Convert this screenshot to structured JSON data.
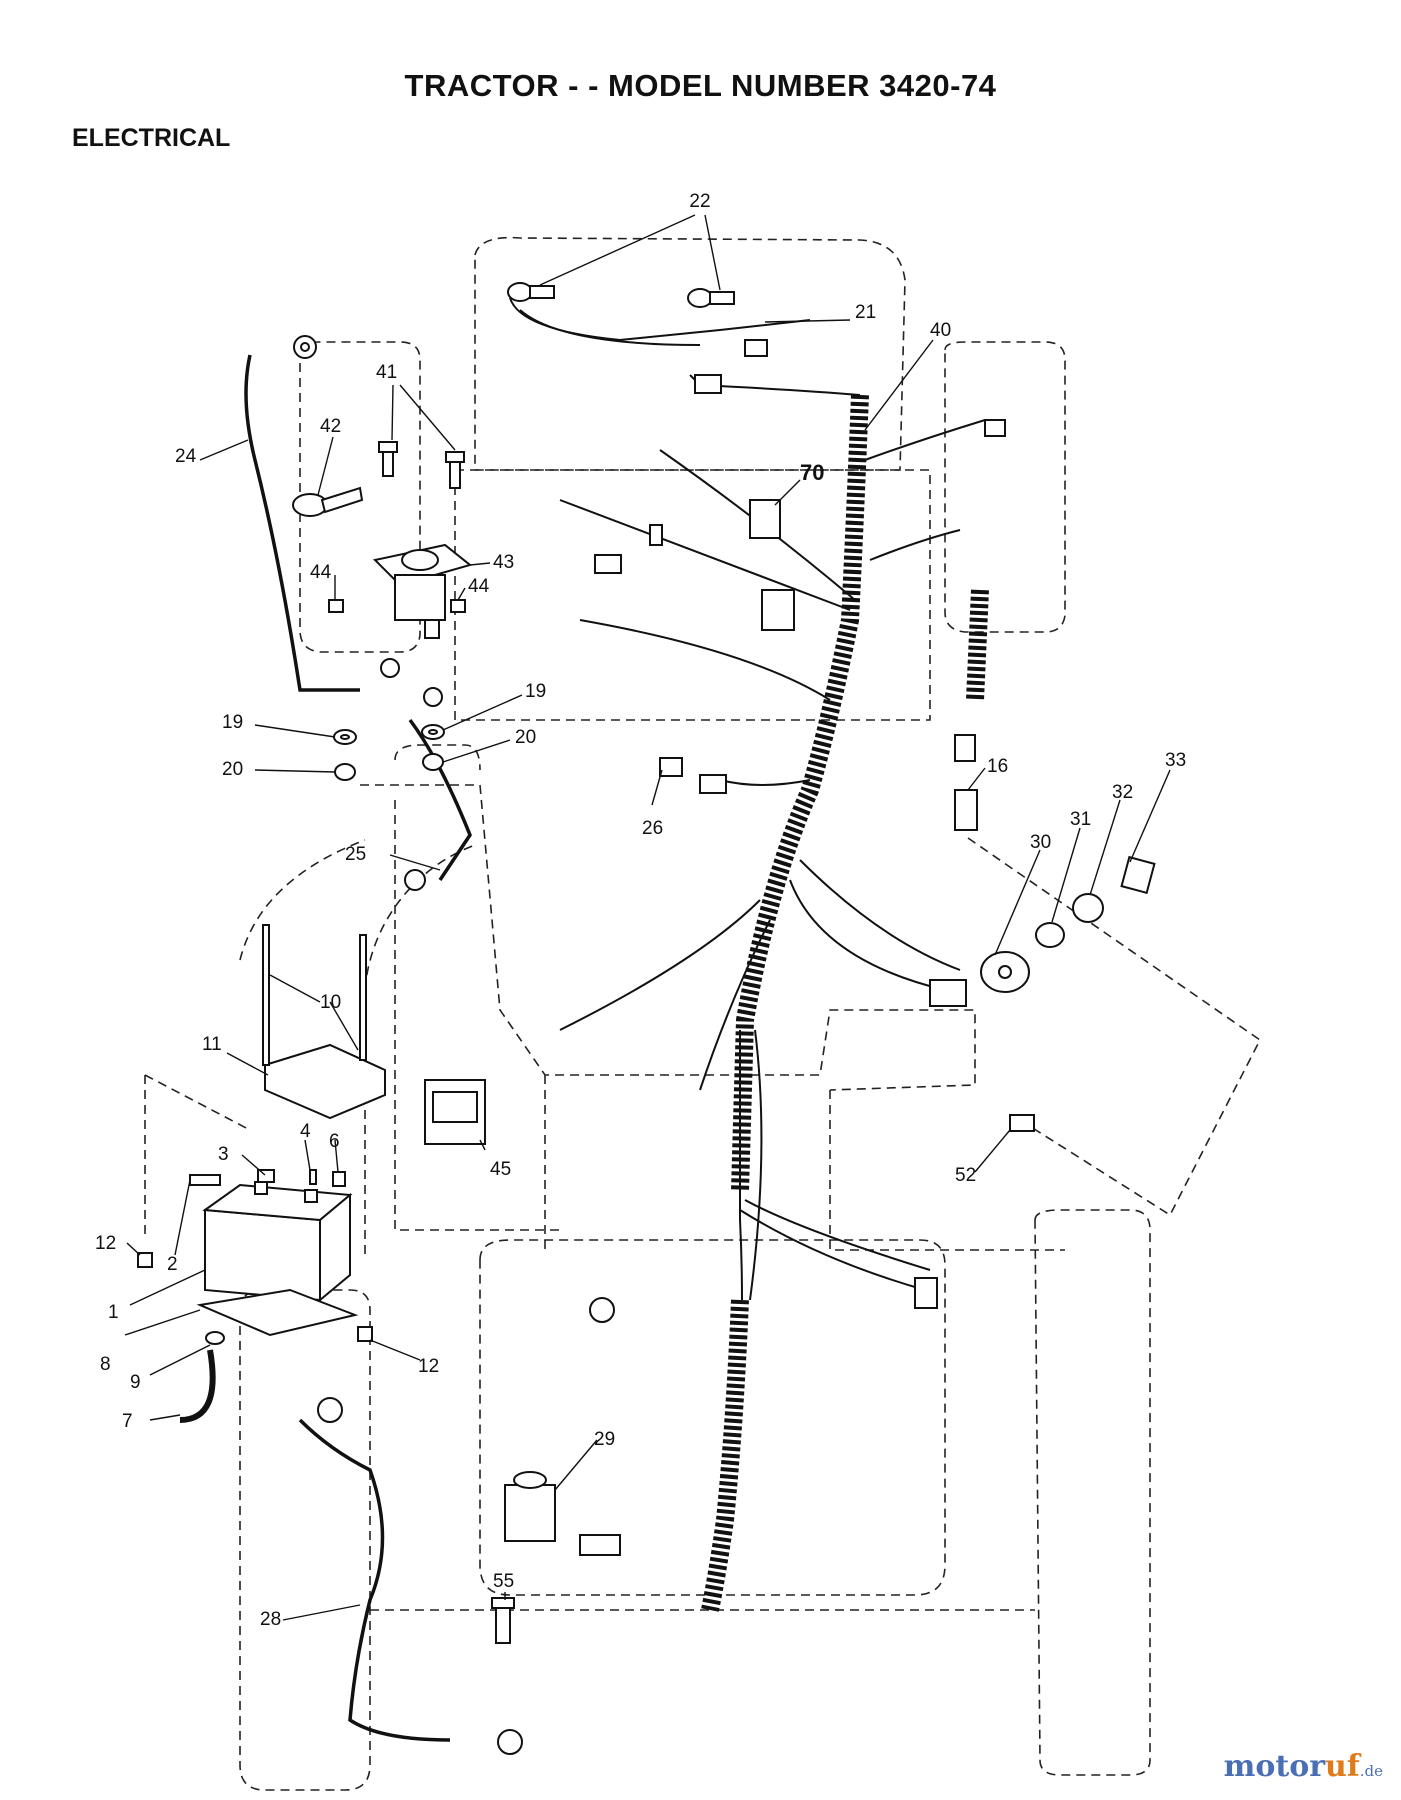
{
  "header": {
    "title": "TRACTOR - - MODEL NUMBER 3420-74",
    "section": "ELECTRICAL"
  },
  "callouts": [
    {
      "id": "c22",
      "label": "22"
    },
    {
      "id": "c21",
      "label": "21"
    },
    {
      "id": "c40",
      "label": "40"
    },
    {
      "id": "c41",
      "label": "41"
    },
    {
      "id": "c42",
      "label": "42"
    },
    {
      "id": "c24",
      "label": "24"
    },
    {
      "id": "c70",
      "label": "70"
    },
    {
      "id": "c43",
      "label": "43"
    },
    {
      "id": "c44a",
      "label": "44"
    },
    {
      "id": "c44b",
      "label": "44"
    },
    {
      "id": "c19a",
      "label": "19"
    },
    {
      "id": "c19b",
      "label": "19"
    },
    {
      "id": "c20a",
      "label": "20"
    },
    {
      "id": "c20b",
      "label": "20"
    },
    {
      "id": "c16",
      "label": "16"
    },
    {
      "id": "c33",
      "label": "33"
    },
    {
      "id": "c32",
      "label": "32"
    },
    {
      "id": "c31",
      "label": "31"
    },
    {
      "id": "c30",
      "label": "30"
    },
    {
      "id": "c26",
      "label": "26"
    },
    {
      "id": "c25",
      "label": "25"
    },
    {
      "id": "c10",
      "label": "10"
    },
    {
      "id": "c11",
      "label": "11"
    },
    {
      "id": "c45",
      "label": "45"
    },
    {
      "id": "c52",
      "label": "52"
    },
    {
      "id": "c3",
      "label": "3"
    },
    {
      "id": "c4",
      "label": "4"
    },
    {
      "id": "c6",
      "label": "6"
    },
    {
      "id": "c12a",
      "label": "12"
    },
    {
      "id": "c12b",
      "label": "12"
    },
    {
      "id": "c2",
      "label": "2"
    },
    {
      "id": "c1",
      "label": "1"
    },
    {
      "id": "c8",
      "label": "8"
    },
    {
      "id": "c9",
      "label": "9"
    },
    {
      "id": "c7",
      "label": "7"
    },
    {
      "id": "c29",
      "label": "29"
    },
    {
      "id": "c55",
      "label": "55"
    },
    {
      "id": "c28",
      "label": "28"
    }
  ],
  "watermark": {
    "main": "motor",
    "accent": "uf",
    "tld": ".de"
  }
}
